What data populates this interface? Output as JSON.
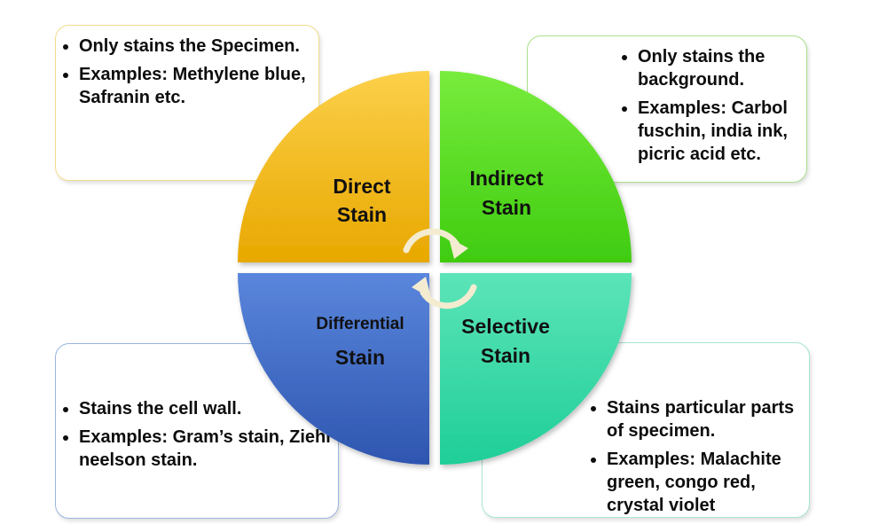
{
  "quadrants": {
    "direct": {
      "line1": "Direct",
      "line2": "Stain",
      "color": "#f0b400"
    },
    "indirect": {
      "line1": "Indirect",
      "line2": "Stain",
      "color": "#4fd81a"
    },
    "differential": {
      "line1": "Differential",
      "line2": "Stain",
      "color": "#3a66c4"
    },
    "selective": {
      "line1": "Selective",
      "line2": "Stain",
      "color": "#2fd9a6"
    }
  },
  "boxes": {
    "direct": [
      "Only stains the Specimen.",
      "Examples: Methylene blue, Safranin etc."
    ],
    "indirect": [
      "Only stains the background.",
      "Examples: Carbol fuschin, india ink, picric acid etc."
    ],
    "differential": [
      "Stains the cell wall.",
      "Examples: Gram’s stain, Ziehl neelson stain."
    ],
    "selective": [
      "Stains particular parts of specimen.",
      "Examples: Malachite green, congo red, crystal violet"
    ]
  }
}
